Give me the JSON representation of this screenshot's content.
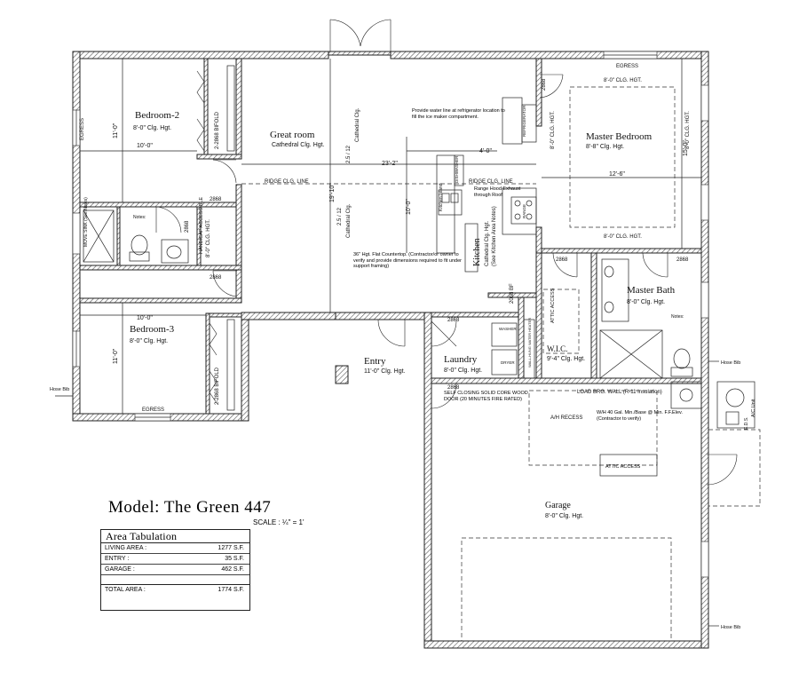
{
  "title": {
    "model_label": "Model:",
    "model_name": "The Green 447",
    "scale_label": "SCALE : ¼\" = 1'"
  },
  "area_tabulation": {
    "heading": "Area Tabulation",
    "rows": [
      {
        "label": "LIVING AREA :",
        "value": "1277 S.F."
      },
      {
        "label": "ENTRY :",
        "value": "35 S.F."
      },
      {
        "label": "GARAGE :",
        "value": "462 S.F."
      }
    ],
    "total": {
      "label": "TOTAL AREA :",
      "value": "1774 S.F."
    }
  },
  "rooms": {
    "bedroom2": {
      "name": "Bedroom-2",
      "height": "8'-0\" Clg. Hgt.",
      "dim_w": "10'-0\"",
      "dim_h": "11'-0\""
    },
    "bedroom3": {
      "name": "Bedroom-3",
      "height": "8'-0\" Clg. Hgt.",
      "dim_w": "10'-0\"",
      "dim_h": "11'-0\""
    },
    "great_room": {
      "name": "Great room",
      "height": "Cathedral Clg. Hgt.",
      "dim_w": "23'-2\"",
      "dim_h": "19'-10\""
    },
    "master_bedroom": {
      "name": "Master Bedroom",
      "height": "8'-8\" Clg. Hgt.",
      "dim_w": "12'-6\"",
      "dim_h": "15'-0\""
    },
    "kitchen": {
      "name": "Kitchen",
      "height": "Cathedral Clg. Hgt.",
      "note": "(See Kitchen Area Notes)",
      "dim_h": "10'-0\"",
      "dim_w": "4'-0\""
    },
    "master_bath": {
      "name": "Master Bath",
      "height": "8'-0\" Clg. Hgt."
    },
    "entry": {
      "name": "Entry",
      "height": "11'-0\" Clg. Hgt."
    },
    "laundry": {
      "name": "Laundry",
      "height": "8'-0\" Clg. Hgt."
    },
    "wic": {
      "name": "W.I.C.",
      "height": "9'-4\" Clg. Hgt."
    },
    "garage": {
      "name": "Garage",
      "height": "8'-0\" Clg. Hgt."
    },
    "hall_bath": {
      "height": "8'-0\" CLG. HGT."
    }
  },
  "labels": {
    "egress": "EGRESS",
    "bifold": "2-2868 BIFOLD",
    "door_2868": "2868",
    "door_2068bf": "2068 BF",
    "ridge_clg_line": "RIDGE CLG. LINE",
    "clg_hgt_8": "8'-0\" CLG. HGT.",
    "cathedral_clg": "Cathedral Clg.",
    "slope": "2.5 / 12",
    "refrigerator_note": "Provide water line at refrigerator location to fill the ice maker compartment.",
    "refrigerator": "REFRIGERATOR",
    "dishwasher": "DISHWASHER",
    "kitchen_island": "Kitchen Island",
    "range_hood_note": "Range Hood Exhaust through Roof",
    "range": "RANGE",
    "countertop_note": "36\" Hgt. Flat Countertop. (Contractor/or owner to verify and provide dimensions required to fit under support framing)",
    "notes": "Notes:",
    "handicap": "HANDICAP ACCESSIBLE",
    "move_sink": "MOVE SINK (See Notes)",
    "attic_access": "ATTIC ACCESS",
    "washer": "WASHER",
    "dryer": "DRYER",
    "wall_heater_note": "WALL-HUNG WATER HEATER",
    "self_closing": "SELF CLOSING SOLID CORE WOOD DOOR (20 MINUTES FIRE RATED)",
    "load_brg_wall": "LOAD BRG. WALL (R-11 Insulation)",
    "ah_recess": "A/H RECESS",
    "water_heater": "W/H 40 Gal. Min./Base @ Min. F.F.Elev. (Contractor to verify)",
    "hose_bib": "Hose Bib",
    "ac_unit": "A/C Unit",
    "eds": "E.D.S."
  }
}
